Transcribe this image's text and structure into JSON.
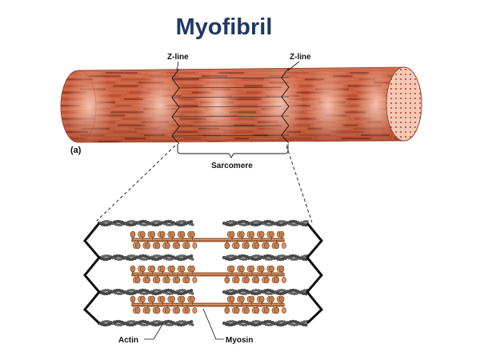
{
  "title": "Myofibril",
  "labels": {
    "zline_left": "Z-line",
    "zline_right": "Z-line",
    "panel": "(a)",
    "sarcomere": "Sarcomere",
    "actin": "Actin",
    "myosin": "Myosin"
  },
  "colors": {
    "title": "#1f3864",
    "band_dark": "#b2452a",
    "band_mid": "#d06a48",
    "band_light": "#f2b09a",
    "myosin": "#c77c4c",
    "actin": "#4a4a4a",
    "zdisc": "#111111"
  }
}
